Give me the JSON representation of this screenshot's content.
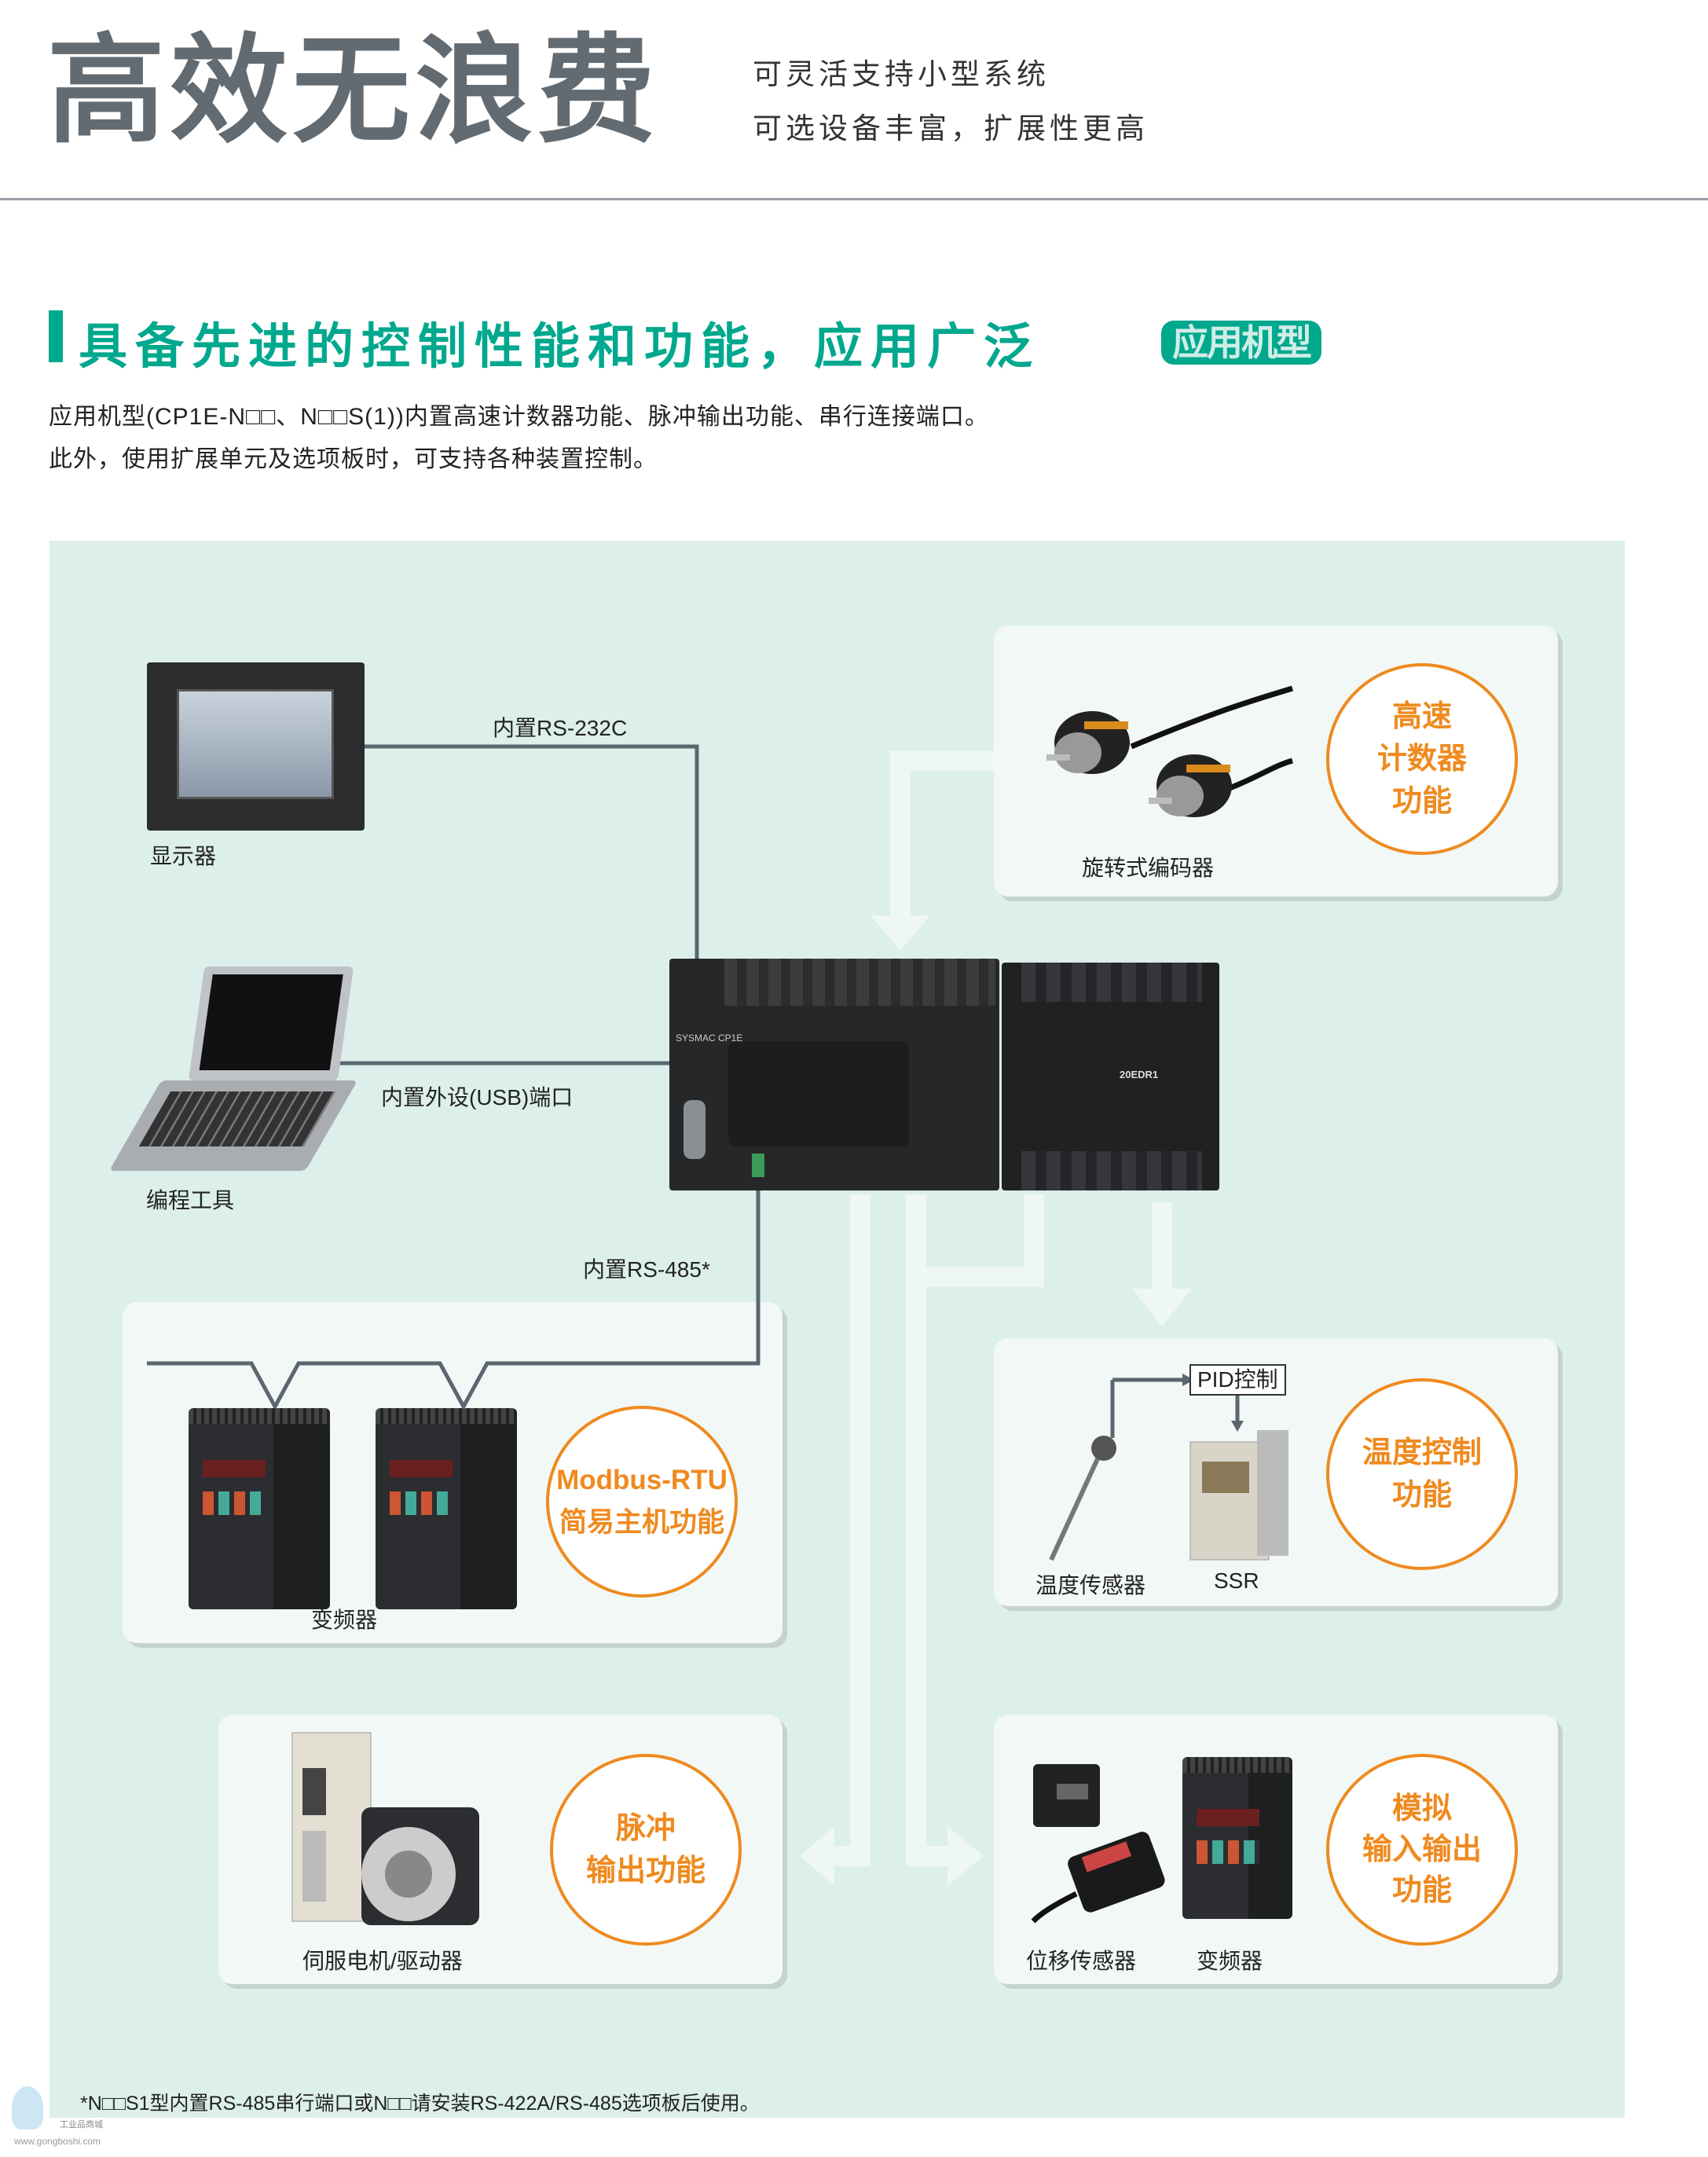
{
  "header": {
    "title": "高效无浪费",
    "subtitle_lines": [
      "可灵活支持小型系统",
      "可选设备丰富，扩展性更高"
    ]
  },
  "section": {
    "title": "具备先进的控制性能和功能，应用广泛",
    "badge": "应用机型",
    "paragraphs": [
      "应用机型(CP1E-N□□、N□□S(1))内置高速计数器功能、脉冲输出功能、串行连接端口。",
      "此外，使用扩展单元及选项板时，可支持各种装置控制。"
    ]
  },
  "diagram": {
    "plc": {
      "model_label": "20EDR1",
      "brand": "SYSMAC CP1E"
    },
    "connections": {
      "rs232c": "内置RS-232C",
      "usb": "内置外设(USB)端口",
      "rs485": "内置RS-485*"
    },
    "devices": {
      "display": "显示器",
      "programming_tool": "编程工具",
      "encoder": "旋转式编码器",
      "inverter": "变频器",
      "temp_sensor": "温度传感器",
      "ssr": "SSR",
      "pid": "PID控制",
      "servo": "伺服电机/驱动器",
      "displacement_sensor": "位移传感器",
      "inverter2": "变频器"
    },
    "functions": {
      "high_speed_counter": [
        "高速",
        "计数器",
        "功能"
      ],
      "modbus": [
        "Modbus-RTU",
        "简易主机功能"
      ],
      "temp_control": [
        "温度控制",
        "功能"
      ],
      "pulse_output": [
        "脉冲",
        "输出功能"
      ],
      "analog_io": [
        "模拟",
        "输入输出",
        "功能"
      ]
    },
    "footnote": "*N□□S1型内置RS-485串行端口或N□□请安装RS-422A/RS-485选项板后使用。"
  },
  "watermark": {
    "brand": "工业品商城",
    "url": "www.gongboshi.com"
  },
  "colors": {
    "accent": "#00a88e",
    "orange": "#ef8a1f",
    "panel": "#dcefea",
    "title_gray": "#636b72"
  }
}
